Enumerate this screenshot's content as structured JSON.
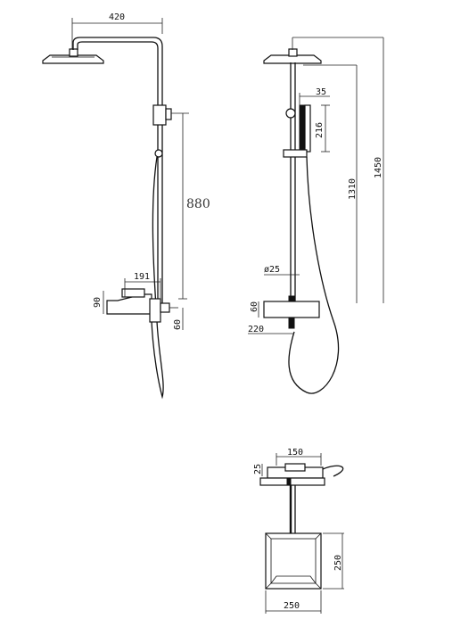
{
  "dimensions": {
    "arm_width": "420",
    "riser_height": "880",
    "spout_length": "191",
    "mixer_height": "90",
    "mixer_offset": "60",
    "handshower_width": "35",
    "handshower_length": "216",
    "outlet_height": "1310",
    "total_height": "1450",
    "pipe_diameter": "ø25",
    "side_mixer_height": "60",
    "side_depth": "220",
    "top_spacing": "150",
    "top_offset": "25",
    "plate_height": "250",
    "plate_width": "250"
  }
}
